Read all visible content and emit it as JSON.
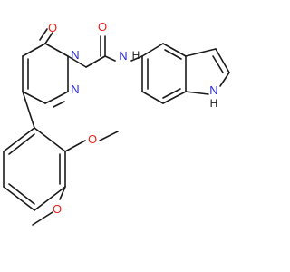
{
  "molecule": {
    "atoms": {
      "O_keto": "O",
      "N_ring_1": "N",
      "N_ring_2": "N",
      "O_amide": "O",
      "N_amide": "N",
      "H_amide": "H",
      "N_indole": "N",
      "H_indole": "H",
      "O_methoxy_1": "O",
      "O_methoxy_2": "O"
    },
    "colors": {
      "oxygen": "#e8231a",
      "nitrogen": "#2b2bd8",
      "bond": "#1a1a1a"
    }
  }
}
